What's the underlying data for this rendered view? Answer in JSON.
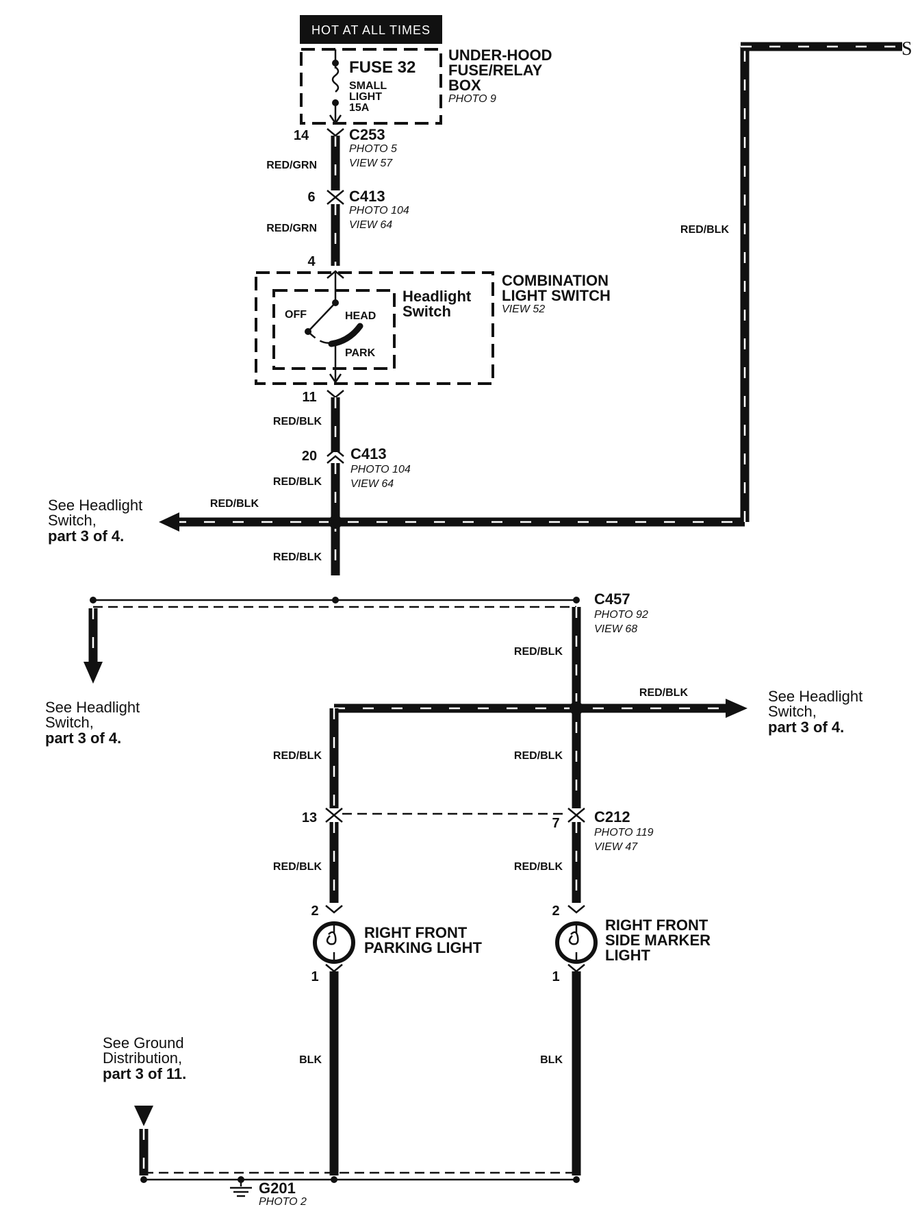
{
  "header": {
    "label": "HOT AT ALL TIMES"
  },
  "fuse_box": {
    "fuse": "FUSE 32",
    "fuse_line1": "SMALL",
    "fuse_line2": "LIGHT",
    "fuse_line3": "15A",
    "name_line1": "UNDER-HOOD",
    "name_line2": "FUSE/RELAY",
    "name_line3": "BOX",
    "photo": "PHOTO 9"
  },
  "connectors": {
    "c253": {
      "name": "C253",
      "photo": "PHOTO 5",
      "view": "VIEW 57",
      "pin": "14"
    },
    "c413_top": {
      "name": "C413",
      "photo": "PHOTO 104",
      "view": "VIEW 64",
      "pin": "6"
    },
    "c413_bottom": {
      "name": "C413",
      "photo": "PHOTO 104",
      "view": "VIEW 64",
      "pin": "20"
    },
    "c457": {
      "name": "C457",
      "photo": "PHOTO 92",
      "view": "VIEW 68"
    },
    "c212": {
      "name": "C212",
      "photo": "PHOTO 119",
      "view": "VIEW 47",
      "pin_left": "13",
      "pin_right": "7"
    }
  },
  "switch": {
    "name_line1": "COMBINATION",
    "name_line2": "LIGHT SWITCH",
    "view": "VIEW 52",
    "inner_line1": "Headlight",
    "inner_line2": "Switch",
    "pos_off": "OFF",
    "pos_head": "HEAD",
    "pos_park": "PARK",
    "pin_in": "4",
    "pin_out": "11"
  },
  "wires": {
    "red_grn": "RED/GRN",
    "red_blk": "RED/BLK",
    "blk": "BLK"
  },
  "refs": {
    "headlight_line1": "See Headlight",
    "headlight_line2": "Switch,",
    "headlight_line3": "part 3 of 4.",
    "ground_line1": "See Ground",
    "ground_line2": "Distribution,",
    "ground_line3": "part 3 of 11."
  },
  "lights": {
    "parking_line1": "RIGHT FRONT",
    "parking_line2": "PARKING LIGHT",
    "side_line1": "RIGHT FRONT",
    "side_line2": "SIDE MARKER",
    "side_line3": "LIGHT",
    "pin_top": "2",
    "pin_bottom": "1"
  },
  "ground": {
    "name": "G201",
    "photo": "PHOTO 2"
  },
  "edge_mark": "S"
}
